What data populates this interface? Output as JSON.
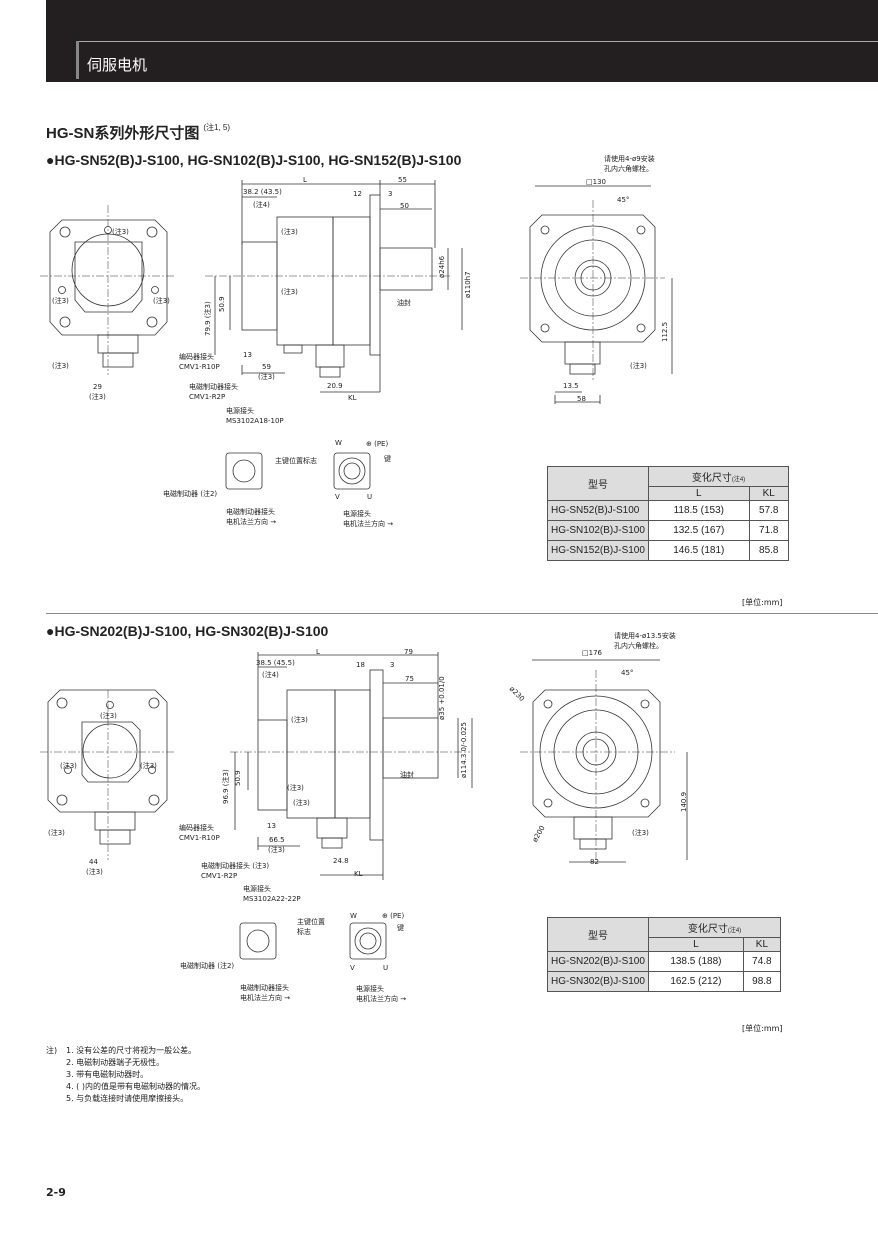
{
  "header": {
    "title": "伺服电机"
  },
  "page_title": "HG-SN系列外形尺寸图",
  "page_title_note": "(注1, 5)",
  "section1": {
    "heading": "●HG-SN52(B)J-S100, HG-SN102(B)J-S100, HG-SN152(B)J-S100",
    "dims": {
      "L": "L",
      "d55": "55",
      "d38": "38.2 (43.5)",
      "d12": "12",
      "d3": "3",
      "note4": "(注4)",
      "d50": "50",
      "shaft": "ø24h6",
      "spigot": "ø110h7",
      "seal": "油封",
      "d509": "50.9",
      "d799": "79.9 (注3)",
      "d13": "13",
      "d59": "59",
      "d209": "20.9",
      "KL": "KL",
      "d29": "29",
      "note3": "(注3)",
      "sq": "□130",
      "angle": "45°",
      "d1125": "112.5",
      "d135": "13.5",
      "d58": "58"
    },
    "encoder": "编码器接头",
    "encoder_model": "CMV1-R10P",
    "brake_conn": "电磁制动器接头",
    "brake_model": "CMV1-R2P",
    "power_conn": "电源接头",
    "power_model": "MS3102A18-10P",
    "key_mark": "主键位置标志",
    "brake": "电磁制动器 (注2)",
    "brake_dir1": "电磁制动器接头",
    "brake_dir2": "电机法兰方向 →",
    "pw_W": "W",
    "pw_PE": "⊕ (PE)",
    "pw_key": "键",
    "pw_V": "V",
    "pw_U": "U",
    "pw_dir1": "电源接头",
    "pw_dir2": "电机法兰方向 →",
    "bolt1": "请使用4-ø9安装",
    "bolt2": "孔内六角螺栓。",
    "table": {
      "col_model": "型号",
      "col_var": "变化尺寸",
      "col_var_note": "(注4)",
      "col_L": "L",
      "col_KL": "KL",
      "rows": [
        {
          "model": "HG-SN52(B)J-S100",
          "L": "118.5 (153)",
          "KL": "57.8"
        },
        {
          "model": "HG-SN102(B)J-S100",
          "L": "132.5 (167)",
          "KL": "71.8"
        },
        {
          "model": "HG-SN152(B)J-S100",
          "L": "146.5 (181)",
          "KL": "85.8"
        }
      ]
    },
    "unit": "[单位:mm]"
  },
  "section2": {
    "heading": "●HG-SN202(B)J-S100, HG-SN302(B)J-S100",
    "dims": {
      "L": "L",
      "d79": "79",
      "d38": "38.5 (45.5)",
      "d18": "18",
      "d3": "3",
      "note4": "(注4)",
      "d75": "75",
      "shaft": "ø35 +0.01/0",
      "spigot": "ø114.3 0/-0.025",
      "seal": "油封",
      "d509": "50.9",
      "d969": "96.9 (注3)",
      "d13": "13",
      "d665": "66.5",
      "d248": "24.8",
      "KL": "KL",
      "d44": "44",
      "note3": "(注3)",
      "sq": "□176",
      "angle": "45°",
      "d230": "ø230",
      "d200": "ø200",
      "d1409": "140.9",
      "d82": "82"
    },
    "encoder": "编码器接头",
    "encoder_model": "CMV1-R10P",
    "brake_conn": "电磁制动器接头 (注3)",
    "brake_model": "CMV1-R2P",
    "power_conn": "电源接头",
    "power_model": "MS3102A22-22P",
    "key_mark1": "主键位置",
    "key_mark2": "标志",
    "brake": "电磁制动器 (注2)",
    "brake_dir1": "电磁制动器接头",
    "brake_dir2": "电机法兰方向 →",
    "pw_W": "W",
    "pw_PE": "⊕ (PE)",
    "pw_key": "键",
    "pw_V": "V",
    "pw_U": "U",
    "pw_dir1": "电源接头",
    "pw_dir2": "电机法兰方向 →",
    "bolt1": "请使用4-ø13.5安装",
    "bolt2": "孔内六角螺栓。",
    "table": {
      "col_model": "型号",
      "col_var": "变化尺寸",
      "col_var_note": "(注4)",
      "col_L": "L",
      "col_KL": "KL",
      "rows": [
        {
          "model": "HG-SN202(B)J-S100",
          "L": "138.5 (188)",
          "KL": "74.8"
        },
        {
          "model": "HG-SN302(B)J-S100",
          "L": "162.5 (212)",
          "KL": "98.8"
        }
      ]
    },
    "unit": "[单位:mm]"
  },
  "notes": {
    "label": "注)",
    "items": [
      "1. 没有公差的尺寸将视为一般公差。",
      "2. 电磁制动器端子无极性。",
      "3. 带有电磁制动器时。",
      "4. (   )内的值是带有电磁制动器的情况。",
      "5. 与负载连接时请使用摩擦接头。"
    ]
  },
  "page_number": "2-9"
}
